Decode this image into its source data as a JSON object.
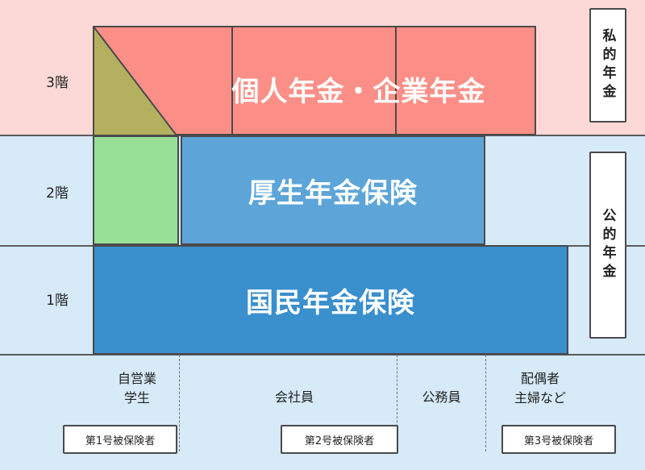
{
  "colors": {
    "private_band": "#fcd9d6",
    "public_band": "#d6eaf8",
    "corporate_pension": "#fb8f87",
    "employees_pension": "#5da5d8",
    "national_pension": "#3a8fcd",
    "national_pension_fund_olive": "#b5b060",
    "national_pension_fund_green": "#98df98"
  },
  "floors": [
    "3階",
    "2階",
    "1階"
  ],
  "pillars": {
    "third": "個人年金・企業年金",
    "second": "厚生年金保険",
    "first": "国民年金保険"
  },
  "side_labels": {
    "private": "私的年金",
    "public": "公的年金"
  },
  "categories": [
    "自営業\n学生",
    "会社員",
    "公務員",
    "配偶者\n主婦など"
  ],
  "insured_types": [
    "第1号被保険者",
    "第2号被保険者",
    "第3号被保険者"
  ]
}
